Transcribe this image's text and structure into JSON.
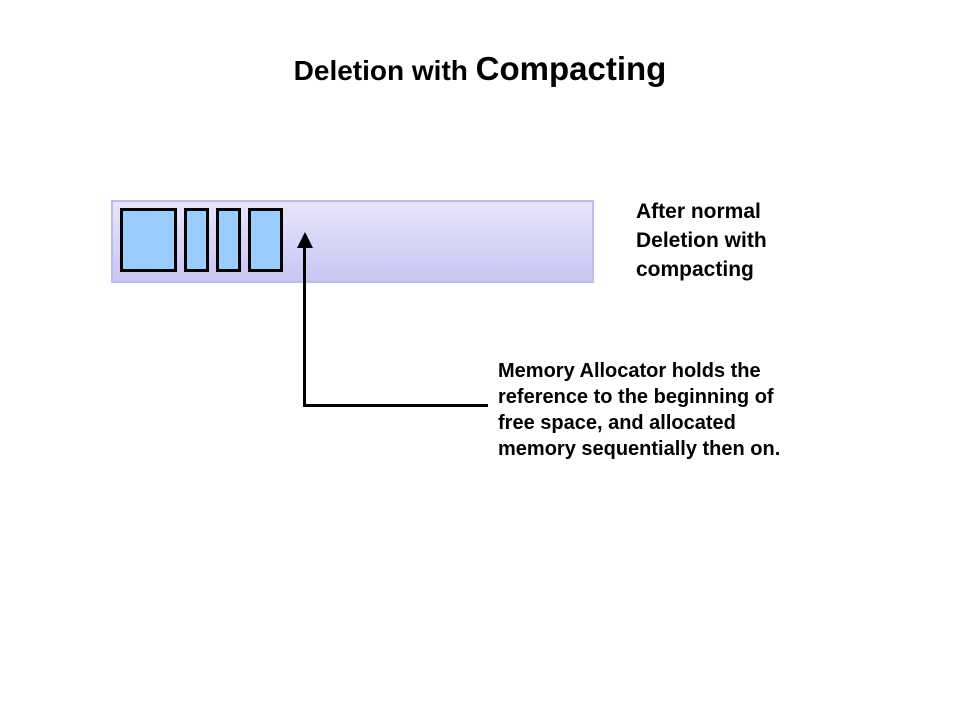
{
  "title": {
    "normal": "Deletion with ",
    "emphasis": "Compacting"
  },
  "labels": {
    "after_deletion": "After normal\nDeletion with\ncompacting",
    "allocator_note": "Memory Allocator holds the\nreference to the beginning of\nfree space, and allocated\nmemory sequentially then on."
  },
  "memory_bar": {
    "blocks": [
      {
        "name": "allocated-block-1",
        "width": 57
      },
      {
        "name": "allocated-block-2",
        "width": 25
      },
      {
        "name": "allocated-block-3",
        "width": 25
      },
      {
        "name": "allocated-block-4",
        "width": 35
      }
    ],
    "colors": {
      "bar_top": "#e7e5fa",
      "bar_bottom": "#c8c6f4",
      "bar_border": "#bdbaee",
      "block_fill": "#99ccff",
      "block_border": "#000000",
      "arrow": "#000000",
      "text": "#000000"
    }
  }
}
